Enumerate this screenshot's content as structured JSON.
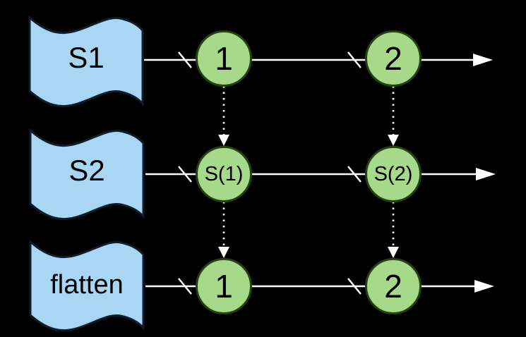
{
  "title": "flatten operator marble diagram",
  "colors": {
    "background": "#000000",
    "flag_fill": "#a9d6f2",
    "flag_stroke": "#101c2a",
    "node_fill": "#a6d98a",
    "node_stroke": "#24420f",
    "arrow": "#ffffff",
    "text": "#000000"
  },
  "diagram": {
    "rows": [
      {
        "source_label": "S1",
        "events": [
          {
            "label": "1"
          },
          {
            "label": "2"
          }
        ]
      },
      {
        "source_label": "S2",
        "events": [
          {
            "label": "S(1)"
          },
          {
            "label": "S(2)"
          }
        ]
      },
      {
        "source_label": "flatten",
        "events": [
          {
            "label": "1"
          },
          {
            "label": "2"
          }
        ]
      }
    ]
  }
}
